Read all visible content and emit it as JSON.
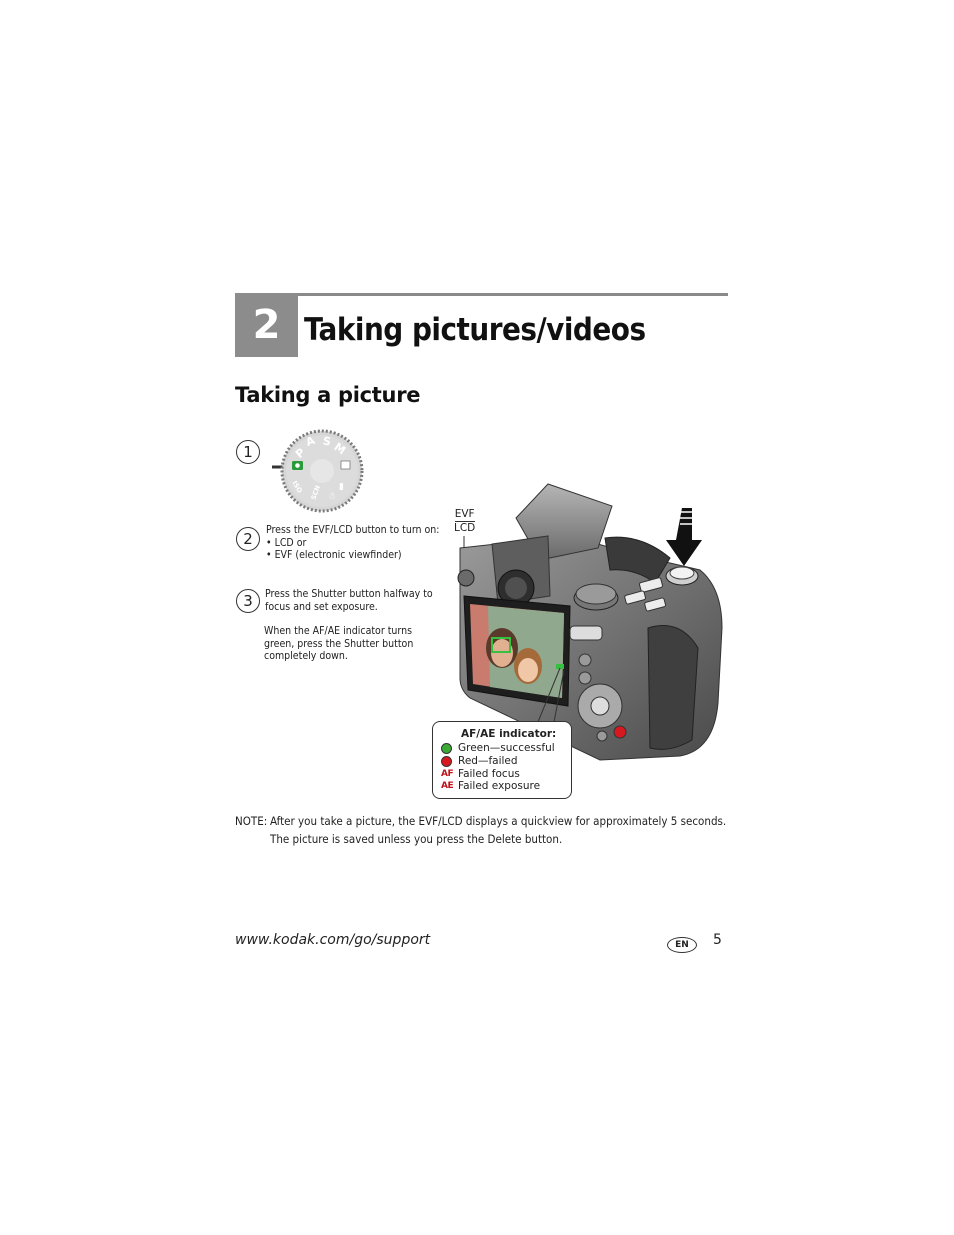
{
  "chapter": {
    "number": "2",
    "title": "Taking pictures/videos"
  },
  "section": {
    "title": "Taking a picture"
  },
  "dial": {
    "modes": [
      "P",
      "A",
      "S",
      "M",
      "ISO",
      "SCN"
    ]
  },
  "steps": [
    {
      "num": "1",
      "lines": []
    },
    {
      "num": "2",
      "lines": [
        "Press the EVF/LCD button to turn on:",
        "• LCD or",
        "• EVF (electronic viewfinder)"
      ]
    },
    {
      "num": "3",
      "lines": [
        "Press the Shutter button halfway to",
        "focus and set exposure."
      ]
    }
  ],
  "step3_note": [
    "When the AF/AE indicator turns",
    "green, press the Shutter button",
    "completely down."
  ],
  "evf_label": {
    "top": "EVF",
    "bottom": "LCD"
  },
  "legend": {
    "title": "AF/AE indicator:",
    "rows": [
      {
        "kind": "dot",
        "color": "#3aa935",
        "label": "Green—successful"
      },
      {
        "kind": "dot",
        "color": "#d7191f",
        "label": "Red—failed"
      },
      {
        "kind": "glyph",
        "glyph": "AF",
        "label": "Failed focus"
      },
      {
        "kind": "glyph",
        "glyph": "AE",
        "label": "Failed exposure"
      }
    ]
  },
  "note": {
    "label": "NOTE:",
    "line1": "After you take a picture, the EVF/LCD displays a quickview for approximately 5 seconds.",
    "line2": "The picture is saved unless you press the Delete button."
  },
  "footer": {
    "url": "www.kodak.com/go/support",
    "lang": "EN",
    "page": "5"
  },
  "colors": {
    "chapter_box": "#8c8c8c",
    "green": "#3aa935",
    "red": "#d7191f",
    "af_red": "#c0121b"
  }
}
